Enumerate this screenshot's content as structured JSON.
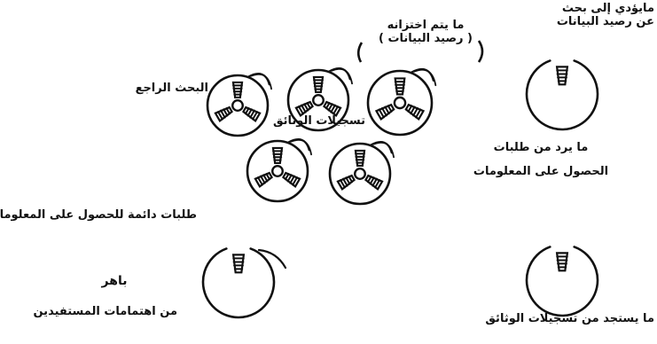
{
  "labels": {
    "top_right_l1": "مايؤدي إلى بحث",
    "top_right_l2": "عن رصيد البيانات",
    "middle_top_l1": "ما يتم اختزانه",
    "middle_top_l2": "( رصيد البيانات )",
    "left_top": "البحث الراجع",
    "center": "تسجيلات الوثائق",
    "right_mid_l1": "ما يرد من طلبات",
    "right_mid_l2": "الحصول على المعلومات",
    "bottom_left_top": "طلبات دائمة للحصول على المعلومات",
    "bottom_left_mid": "باهر",
    "bottom_left_bottom": "من اهتمامات المستفيدين",
    "bottom_right": "ما يستجد من تسجيلات الوثائق"
  }
}
